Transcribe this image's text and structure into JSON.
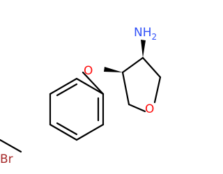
{
  "colors": {
    "bond": "#000000",
    "nitrogen": "#3050f8",
    "oxygen": "#ff0d0d",
    "bromine": "#a62929"
  },
  "atoms": {
    "amine": {
      "label": "NH",
      "subscript": "2",
      "color": "#3050f8"
    },
    "ether_oxygen": {
      "label": "O",
      "color": "#ff0d0d"
    },
    "ring_oxygen": {
      "label": "O",
      "color": "#ff0d0d"
    },
    "bromine": {
      "label": "Br",
      "color": "#a62929"
    }
  }
}
